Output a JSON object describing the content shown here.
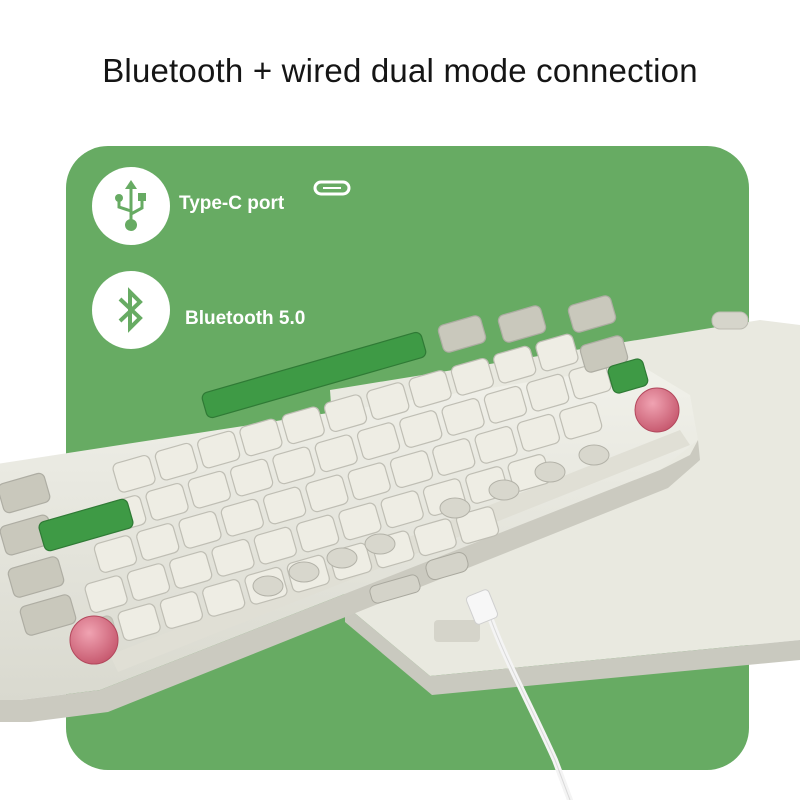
{
  "headline": "Bluetooth + wired dual mode connection",
  "features": [
    {
      "label": "Type-C port",
      "icon": "usb-icon"
    },
    {
      "label": "Bluetooth 5.0",
      "icon": "bluetooth-icon"
    }
  ],
  "colors": {
    "panel": "#67ab63",
    "keyboard_case": "#e6e6dc",
    "key_grey": "#c9c8bc",
    "key_light": "#eeede4",
    "key_green": "#3e9a45",
    "knob_pink": "#d9778a",
    "cable": "#f4f4f4"
  }
}
